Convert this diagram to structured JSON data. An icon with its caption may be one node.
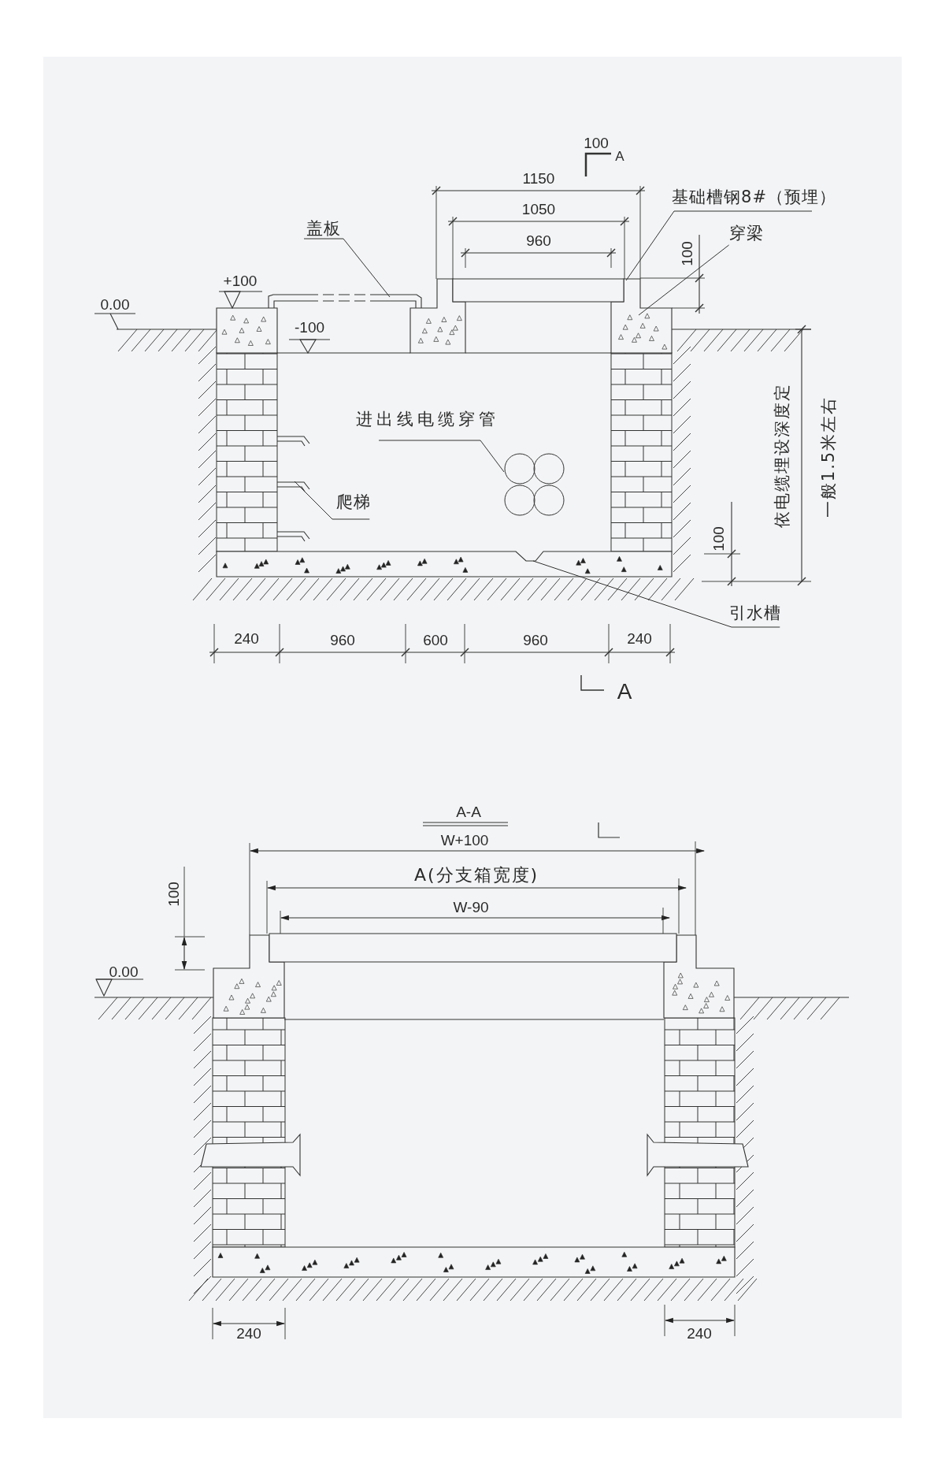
{
  "diagram": {
    "nodes": [
      {
        "text": [
          "盖板"
        ]
      },
      {
        "text": [
          "基础槽钢8#（预埋）"
        ]
      },
      {
        "text": [
          "穿梁"
        ]
      },
      {
        "text": [
          "进出线电缆穿管"
        ]
      },
      {
        "text": [
          "爬梯"
        ]
      },
      {
        "text": [
          "引水槽"
        ]
      },
      {
        "text": [],
        "shape": "circle"
      }
    ],
    "edges": [
      {
        "from": 0,
        "to": null,
        "arrow": "none"
      },
      {
        "from": 1,
        "to": null,
        "arrow": "none"
      },
      {
        "from": 2,
        "to": null,
        "arrow": "none"
      },
      {
        "from": 3,
        "to": 6,
        "arrow": "none"
      },
      {
        "from": 4,
        "to": null,
        "arrow": "none"
      },
      {
        "from": 5,
        "to": null,
        "arrow": "none"
      }
    ],
    "labels": [
      "100",
      "A",
      "1150",
      "1050",
      "960",
      "+100",
      "0.00",
      "100",
      "-100",
      "依电缆埋设深度定",
      "一般1.5米左右",
      "100",
      "240",
      "960",
      "600",
      "960",
      "240",
      "A",
      "A-A",
      "W+100",
      "A(分支箱宽度)",
      "W-90",
      "100",
      "0.00",
      "240",
      "240"
    ]
  }
}
